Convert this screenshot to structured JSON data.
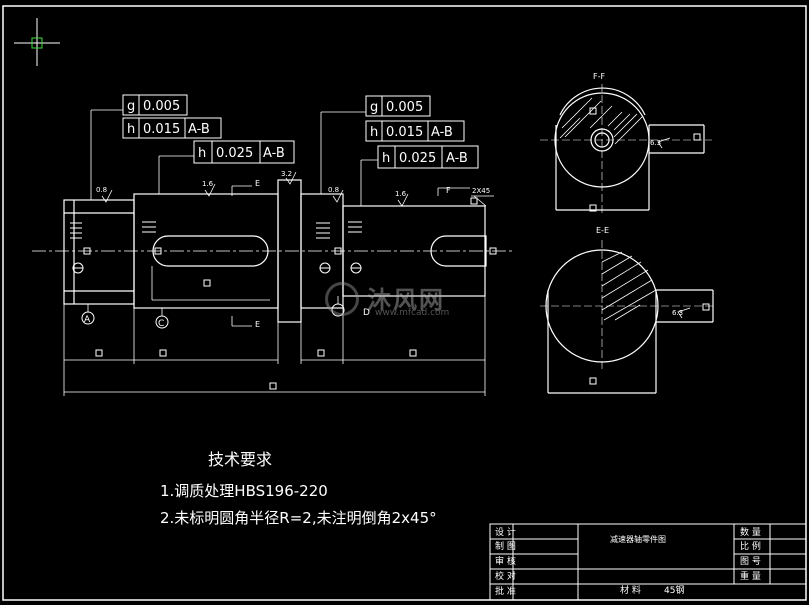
{
  "drawing": {
    "tolerance_frames_left": [
      {
        "symbol": "g",
        "value": "0.005",
        "datum": ""
      },
      {
        "symbol": "h",
        "value": "0.015",
        "datum": "A-B"
      },
      {
        "symbol": "h",
        "value": "0.025",
        "datum": "A-B"
      }
    ],
    "tolerance_frames_right": [
      {
        "symbol": "g",
        "value": "0.005",
        "datum": ""
      },
      {
        "symbol": "h",
        "value": "0.015",
        "datum": "A-B"
      },
      {
        "symbol": "h",
        "value": "0.025",
        "datum": "A-B"
      }
    ],
    "roughness_labels": [
      "0.8",
      "1.6",
      "3.2",
      "0.8",
      "1.6",
      "6.3",
      "6.3"
    ],
    "section_labels": [
      "E",
      "E",
      "F",
      "F-F",
      "E-E"
    ],
    "chamfer_label": "2X45",
    "datum_labels": [
      "A",
      "C",
      "D"
    ]
  },
  "notes": {
    "title": "技术要求",
    "lines": [
      "1.调质处理HBS196-220",
      "2.未标明圆角半径R=2,未注明倒角2x45°"
    ]
  },
  "title_block": {
    "left_labels": [
      "设 计",
      "制 图",
      "审 核",
      "校 对",
      "批 准"
    ],
    "drawing_name": "减速器轴零件图",
    "right_labels": [
      "数 量",
      "比 例",
      "图 号",
      "重 量"
    ],
    "material_label": "材 料",
    "material_value": "45钢"
  },
  "watermark": {
    "text": "沐风网",
    "url": "www.mfcad.com"
  }
}
